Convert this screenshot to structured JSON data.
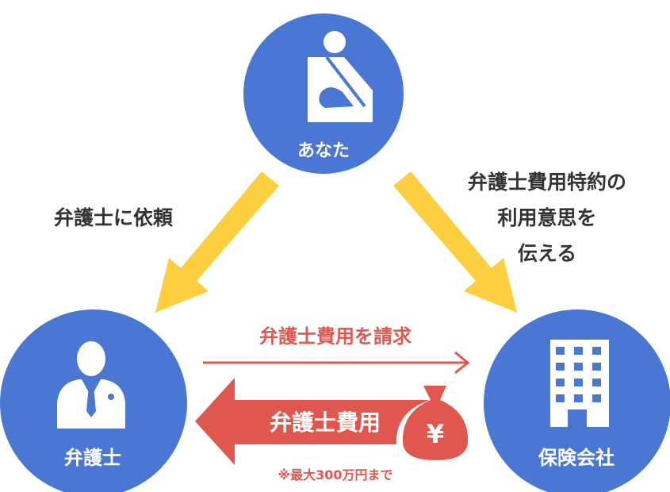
{
  "nodes": {
    "you": {
      "label": "あなた"
    },
    "lawyer": {
      "label": "弁護士"
    },
    "insurer": {
      "label": "保険会社"
    }
  },
  "flows": {
    "request": {
      "label": "弁護士に依頼"
    },
    "notify": {
      "lines": [
        "弁護士費用特約の",
        "利用意思を",
        "伝える"
      ]
    },
    "claim": {
      "label": "弁護士費用を請求"
    },
    "payment": {
      "label": "弁護士費用",
      "note": "※最大300万円まで",
      "currency_symbol": "¥"
    }
  },
  "colors": {
    "circle": "#4a76d4",
    "arrow_yellow": "#fbcf40",
    "accent_red": "#e0574f",
    "text_dark": "#333333",
    "white": "#ffffff"
  },
  "icons": {
    "you": "injured-person-icon",
    "lawyer": "lawyer-icon",
    "insurer": "office-building-icon",
    "payment": "money-bag-icon"
  }
}
